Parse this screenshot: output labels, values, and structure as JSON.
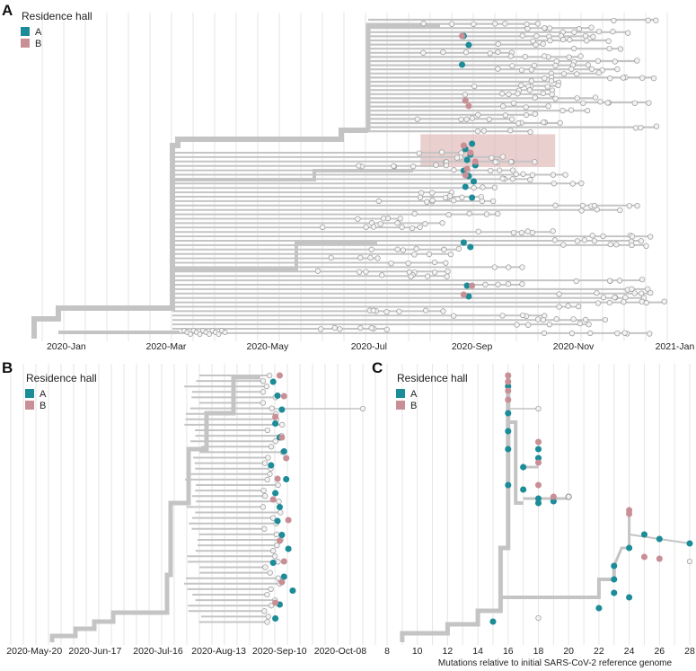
{
  "colors": {
    "hall_a": "#1b8c98",
    "hall_b": "#c98f96",
    "branch": "#c4c4c4",
    "tip": "#f2f2f2",
    "tip_stroke": "#9a9a9a",
    "highlight": "#d9a8a8"
  },
  "chart_data": [
    {
      "panel": "A",
      "type": "scatter",
      "chart_kind": "time-scaled phylogenetic tree",
      "legend": {
        "title": "Residence hall",
        "entries": [
          "A",
          "B"
        ],
        "placement": "top-left"
      },
      "x_tick_labels": [
        "2020-Jan",
        "2020-Mar",
        "2020-May",
        "2020-Jul",
        "2020-Sep",
        "2020-Nov",
        "2021-Jan"
      ],
      "xlim": [
        "2019-12-20",
        "2021-01-20"
      ],
      "grid": true,
      "highlight_region": {
        "x": [
          "2020-08-10",
          "2020-10-30"
        ],
        "y_fraction": [
          0.37,
          0.47
        ]
      },
      "series": [
        {
          "name": "A",
          "tips_x": [
            "2020-09-05",
            "2020-09-08",
            "2020-09-04",
            "2020-09-10",
            "2020-09-06",
            "2020-09-09",
            "2020-09-07",
            "2020-09-12",
            "2020-09-05",
            "2020-09-08",
            "2020-09-11",
            "2020-09-06",
            "2020-09-10",
            "2020-09-05",
            "2020-09-09",
            "2020-09-07",
            "2020-09-08"
          ]
        },
        {
          "name": "B",
          "tips_x": [
            "2020-09-04",
            "2020-09-06",
            "2020-09-08",
            "2020-09-05",
            "2020-09-09",
            "2020-09-12",
            "2020-09-07",
            "2020-09-06",
            "2020-09-10",
            "2020-09-05"
          ]
        }
      ]
    },
    {
      "panel": "B",
      "type": "scatter",
      "chart_kind": "time-scaled phylogenetic tree (outbreak subset)",
      "legend": {
        "title": "Residence hall",
        "entries": [
          "A",
          "B"
        ],
        "placement": "top-left"
      },
      "x_tick_labels": [
        "2020-May-20",
        "2020-Jun-17",
        "2020-Jul-16",
        "2020-Aug-13",
        "2020-Sep-10",
        "2020-Oct-08"
      ],
      "grid": true,
      "series": [
        {
          "name": "A",
          "tips_x": [
            "2020-09-05",
            "2020-09-07",
            "2020-09-09",
            "2020-09-06",
            "2020-09-08",
            "2020-09-10",
            "2020-09-04",
            "2020-09-11",
            "2020-09-06",
            "2020-09-08",
            "2020-09-07",
            "2020-09-09",
            "2020-09-12",
            "2020-09-05",
            "2020-09-10",
            "2020-09-14",
            "2020-09-08",
            "2020-09-06"
          ]
        },
        {
          "name": "B",
          "tips_x": [
            "2020-09-08",
            "2020-09-10",
            "2020-09-06",
            "2020-09-09",
            "2020-09-11",
            "2020-09-07",
            "2020-09-05",
            "2020-09-12",
            "2020-09-08",
            "2020-09-10",
            "2020-09-09",
            "2020-09-06"
          ]
        }
      ]
    },
    {
      "panel": "C",
      "type": "scatter",
      "chart_kind": "divergence tree",
      "legend": {
        "title": "Residence hall",
        "entries": [
          "A",
          "B"
        ],
        "placement": "top-left"
      },
      "x_tick_labels": [
        "8",
        "10",
        "12",
        "14",
        "16",
        "18",
        "20",
        "22",
        "24",
        "26",
        "28"
      ],
      "xlim": [
        8,
        28
      ],
      "xlabel": "Mutations relative to initial SARS-CoV-2 reference genome",
      "grid": true,
      "series": [
        {
          "name": "A",
          "tips_x": [
            15,
            16,
            16,
            16,
            16,
            16,
            17,
            17,
            18,
            18,
            18,
            18,
            19,
            20,
            22,
            23,
            23,
            23,
            24,
            24,
            25,
            26,
            28
          ]
        },
        {
          "name": "B",
          "tips_x": [
            16,
            16,
            16,
            16,
            18,
            18,
            18,
            19,
            20,
            24,
            24,
            25,
            26
          ]
        }
      ]
    }
  ]
}
